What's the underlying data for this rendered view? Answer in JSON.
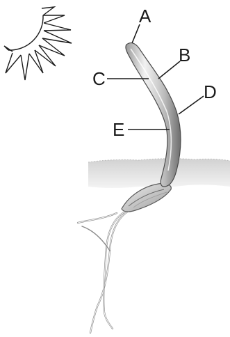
{
  "labels": {
    "a": "A",
    "b": "B",
    "c": "C",
    "d": "D",
    "e": "E"
  },
  "colors": {
    "ink": "#1a1a1a",
    "soil": "#d7d7d7",
    "stem_light": "#e8e8e8",
    "stem_dark": "#8a8a8a"
  },
  "icons": {
    "sun": "sun-icon"
  }
}
